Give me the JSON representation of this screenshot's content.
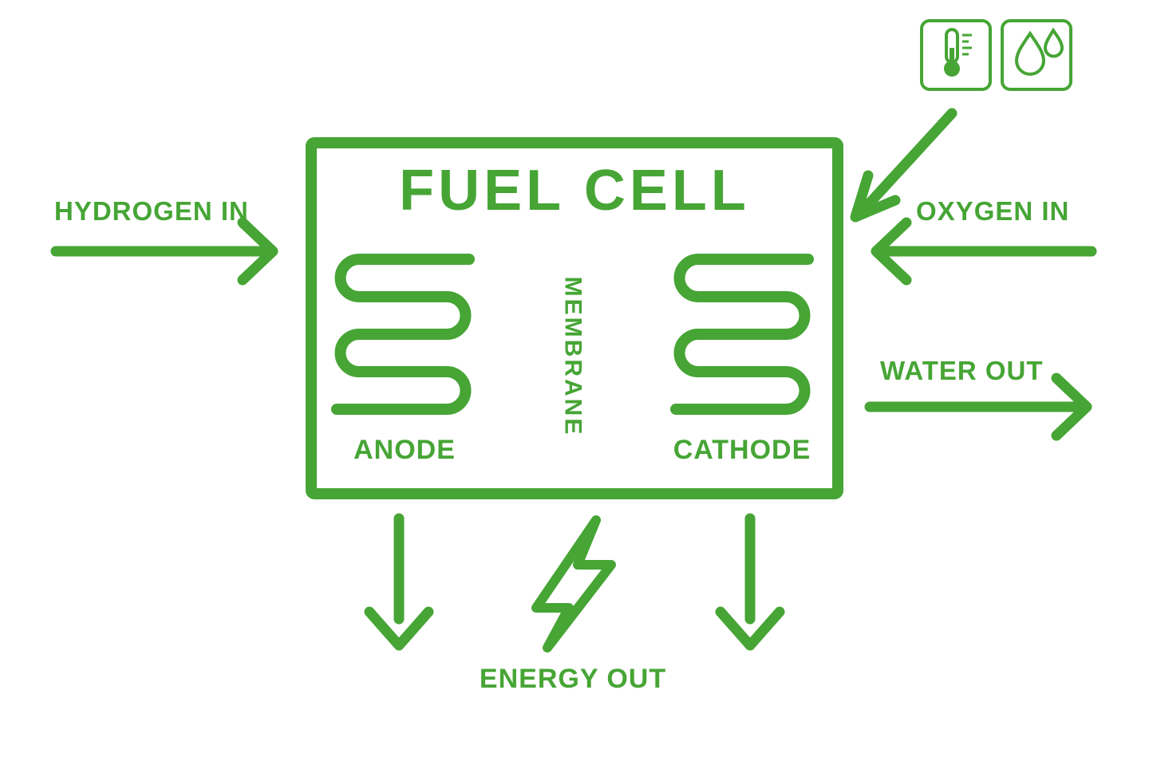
{
  "colors": {
    "green": "#46a535",
    "background": "#ffffff"
  },
  "fuel_cell": {
    "title": "FUEL CELL",
    "membrane": "MEMBRANE",
    "anode": "ANODE",
    "cathode": "CATHODE"
  },
  "flows": {
    "hydrogen_in": "HYDROGEN IN",
    "oxygen_in": "OXYGEN IN",
    "water_out": "WATER OUT",
    "energy_out": "ENERGY OUT"
  },
  "icons": {
    "thermometer": "thermometer-icon",
    "water_drops": "water-drops-icon",
    "lightning": "lightning-bolt-icon"
  }
}
